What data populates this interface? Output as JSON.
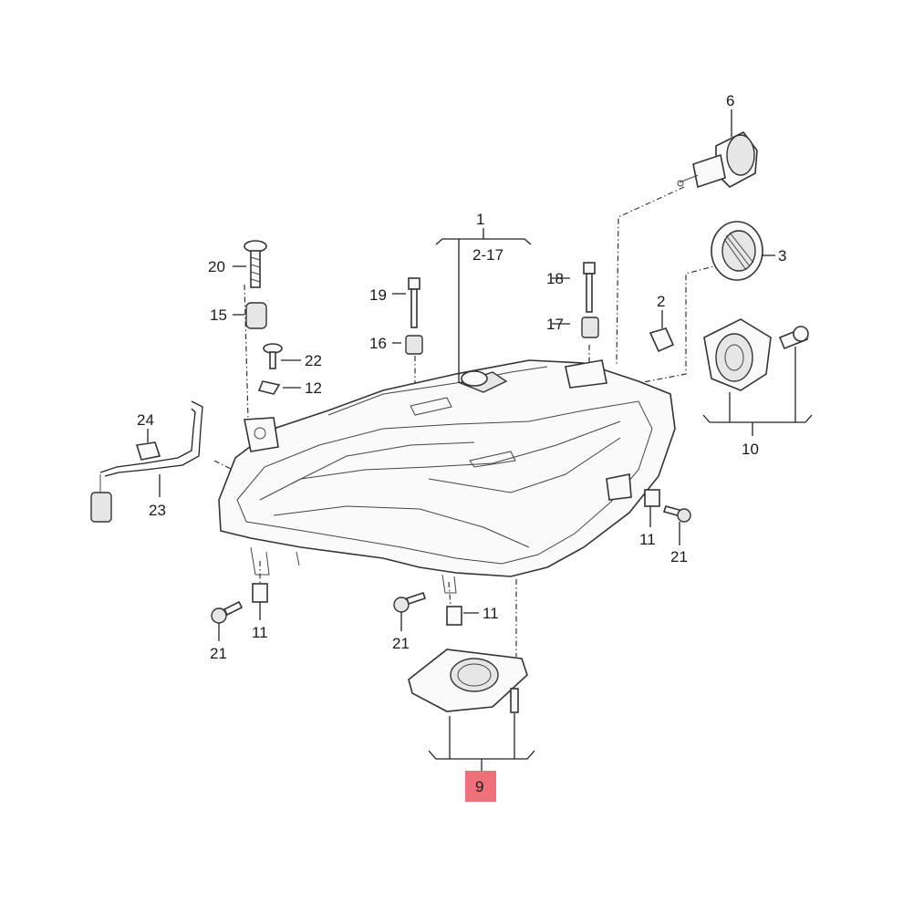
{
  "diagram": {
    "highlight_color": "#f0707a",
    "labels": {
      "p1": "1",
      "p1_range": "2-17",
      "p2": "2",
      "p3": "3",
      "p6": "6",
      "p9": "9",
      "p10": "10",
      "p11_a": "11",
      "p11_b": "11",
      "p11_c": "11",
      "p12": "12",
      "p15": "15",
      "p16": "16",
      "p17": "17",
      "p18": "18",
      "p19": "19",
      "p20": "20",
      "p21_a": "21",
      "p21_b": "21",
      "p21_c": "21",
      "p22": "22",
      "p23": "23",
      "p24": "24"
    }
  }
}
